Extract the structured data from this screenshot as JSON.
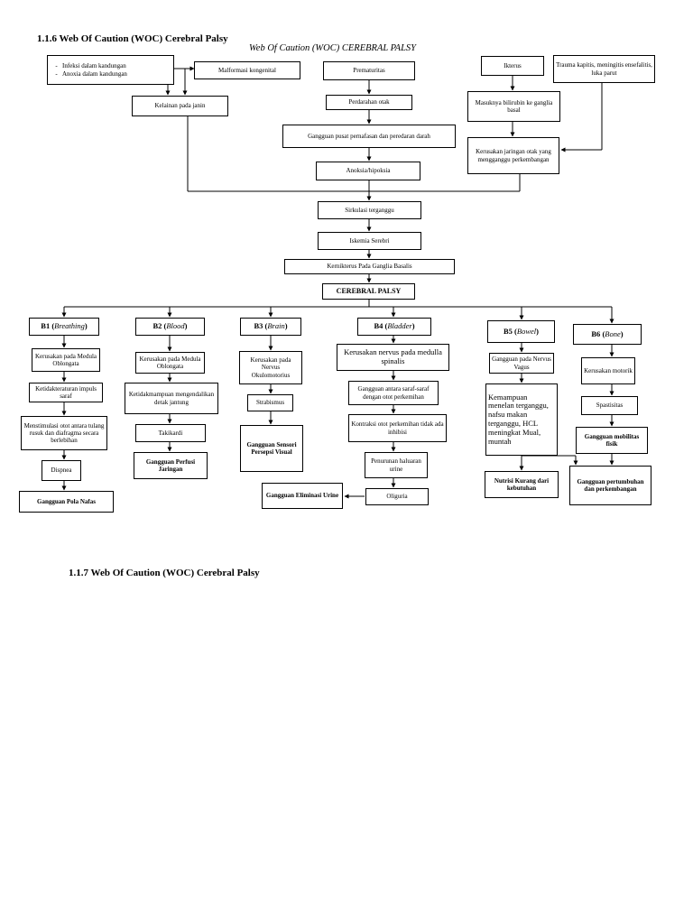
{
  "headings": {
    "h116": "1.1.6    Web Of Caution (WOC) Cerebral Palsy",
    "subtitle": "Web Of Caution (WOC) CEREBRAL PALSY",
    "h117": "1.1.7    Web Of Caution (WOC) Cerebral Palsy"
  },
  "top": {
    "infeksi": [
      "Infeksi dalam kandungan",
      "Anoxia dalam kandungan"
    ],
    "malformasi": "Malformasi kongenital",
    "kelainan": "Kelainan pada janin",
    "prematuritas": "Prematuritas",
    "perdarahan": "Perdarahan otak",
    "gangguan_pusat": "Gangguan pusat pernafasan dan peredaran darah",
    "anoksia": "Anoksia/hipoksia",
    "ikterus": "Ikterus",
    "trauma": "Trauma kapitis, meningitis ensefalitis, luka parut",
    "bilirubin": "Masuknya bilirubin ke ganglia basal",
    "kerusakan_otak": "Kerusakan jaringan otak yang mengganggu perkembangan",
    "sirkulasi": "Sirkulasi terganggu",
    "iskemia": "Iskemia Serebri",
    "kernikterus": "Kernikterus Pada Ganglia Basalis",
    "cerebral": "CEREBRAL PALSY"
  },
  "b1": {
    "head": "B1",
    "head_term": "Breathing",
    "n1": "Kerusakan pada Medula Oblongata",
    "n2": "Ketidakteraturan impuls saraf",
    "n3": "Menstimulasi otot antara tulang rusuk dan diafragma secara berlebihan",
    "n4": "Dispnea",
    "n5": "Gangguan Pola Nafas"
  },
  "b2": {
    "head": "B2",
    "head_term": "Blood",
    "n1": "Kerusakan pada Medula Oblongata",
    "n2": "Ketidakmampuan mengendalikan detak jantung",
    "n3": "Takikardi",
    "n4": "Gangguan Perfusi Jaringan"
  },
  "b3": {
    "head": "B3",
    "head_term": "Brain",
    "n1": "Kerusakan pada Nervus Okulomotorius",
    "n2": "Strabismus",
    "n3": "Gangguan Sensori Persepsi Visual"
  },
  "b4": {
    "head": "B4",
    "head_term": "Bladder",
    "n1": "Kerusakan nervus pada medulla spinalis",
    "n2": "Gangguan antara saraf-saraf dengan otot perkemihan",
    "n3": "Kontraksi otot perkemihan tidak ada inhibisi",
    "n4": "Penurunan haluaran urine",
    "n5": "Oliguria",
    "n6": "Gangguan Eliminasi Urine"
  },
  "b5": {
    "head": "B5",
    "head_term": "Bowel",
    "n1": "Gangguan pada Nervus Vagus",
    "n2": "Kemampuan menelan terganggu, nafsu makan terganggu, HCL meningkat Mual, muntah",
    "n3": "Nutrisi Kurang dari kebutuhan"
  },
  "b6": {
    "head": "B6",
    "head_term": "Bone",
    "n1": "Kerusakan motorik",
    "n2": "Spastisitas",
    "n3": "Gangguan mobilitas fisik",
    "n4": "Gangguan pertumbuhan dan perkembangan"
  }
}
